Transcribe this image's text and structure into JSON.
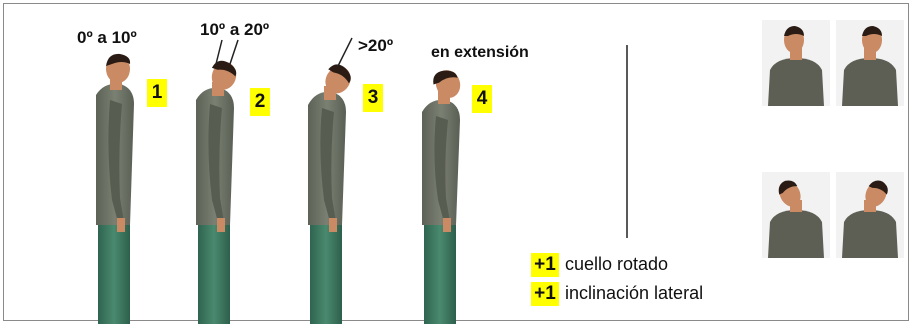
{
  "labels": {
    "pos1": "0º a 10º",
    "pos2": "10º a 20º",
    "pos3": ">20º",
    "pos4": "en extensión"
  },
  "numbers": {
    "n1": "1",
    "n2": "2",
    "n3": "3",
    "n4": "4"
  },
  "legend": {
    "plus1": "+1",
    "rotated": "cuello rotado",
    "plus2": "+1",
    "lateral": "inclinación lateral"
  },
  "colors": {
    "highlight": "#ffff00",
    "shirt": "#6f7468",
    "pants": "#3f7a62",
    "skin": "#c98a64",
    "hair": "#2a1c14"
  }
}
